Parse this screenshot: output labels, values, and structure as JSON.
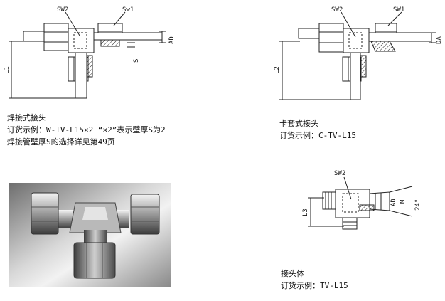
{
  "drawing_welded": {
    "sw2": "SW2",
    "sw1": "Sw1",
    "ad": "AD",
    "s": "S",
    "l1": "L1"
  },
  "drawing_bite": {
    "sw2": "SW2",
    "sw1": "SW1",
    "da": "DA",
    "l2": "L2"
  },
  "drawing_body": {
    "sw2": "SW2",
    "ad": "AD",
    "m": "M",
    "angle": "24°",
    "l3": "L3"
  },
  "captions": {
    "welded": {
      "title": "焊接式接头",
      "order_example": "订货示例：W-TV-L15×2 “×2”表示壁厚S为2",
      "note": "焊接管壁厚S的选择详见第49页"
    },
    "bite": {
      "title": "卡套式接头",
      "order_example": "订货示例：C-TV-L15"
    },
    "body": {
      "title": "接头体",
      "order_example": "订货示例：TV-L15"
    }
  }
}
